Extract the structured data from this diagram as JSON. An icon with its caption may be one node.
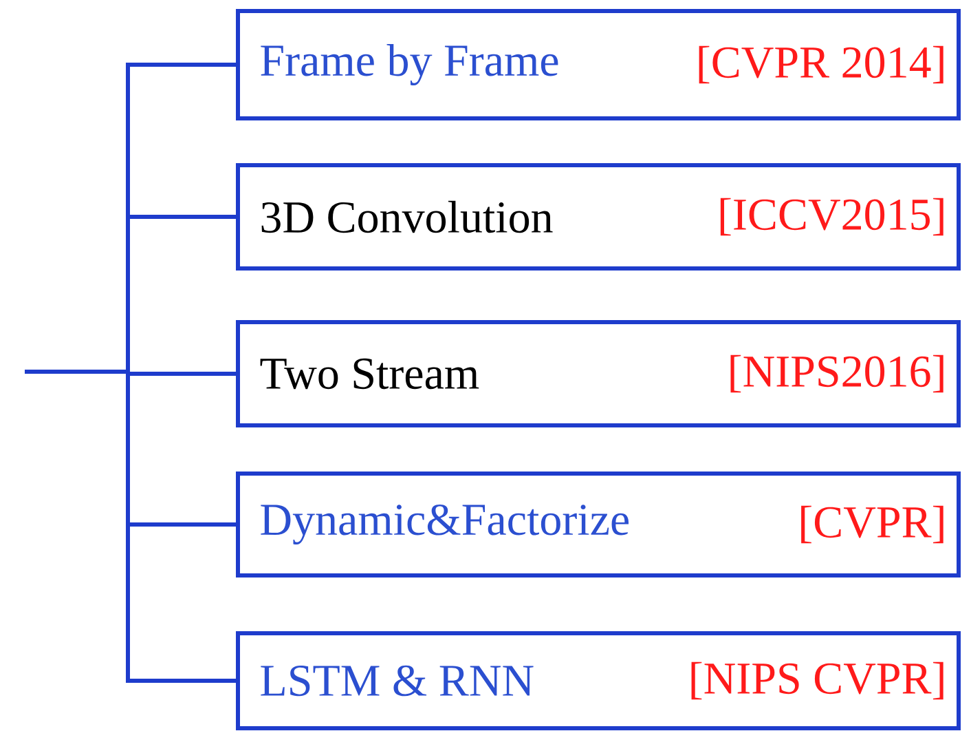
{
  "diagram": {
    "nodes": [
      {
        "text": [
          "Frame by Frame",
          "[CVPR 2014]"
        ]
      },
      {
        "text": [
          "3D Convolution",
          "[ICCV2015]"
        ]
      },
      {
        "text": [
          "Two  Stream",
          "[NIPS2016]"
        ]
      },
      {
        "text": [
          "Dynamic&Factorize",
          "[CVPR]"
        ]
      },
      {
        "text": [
          "LSTM & RNN",
          "[NIPS CVPR]"
        ]
      }
    ],
    "edges": [
      {
        "from": null,
        "to": 0,
        "arrow": "none"
      },
      {
        "from": null,
        "to": 1,
        "arrow": "none"
      },
      {
        "from": null,
        "to": 2,
        "arrow": "none"
      },
      {
        "from": null,
        "to": 3,
        "arrow": "none"
      },
      {
        "from": null,
        "to": 4,
        "arrow": "none"
      }
    ]
  }
}
